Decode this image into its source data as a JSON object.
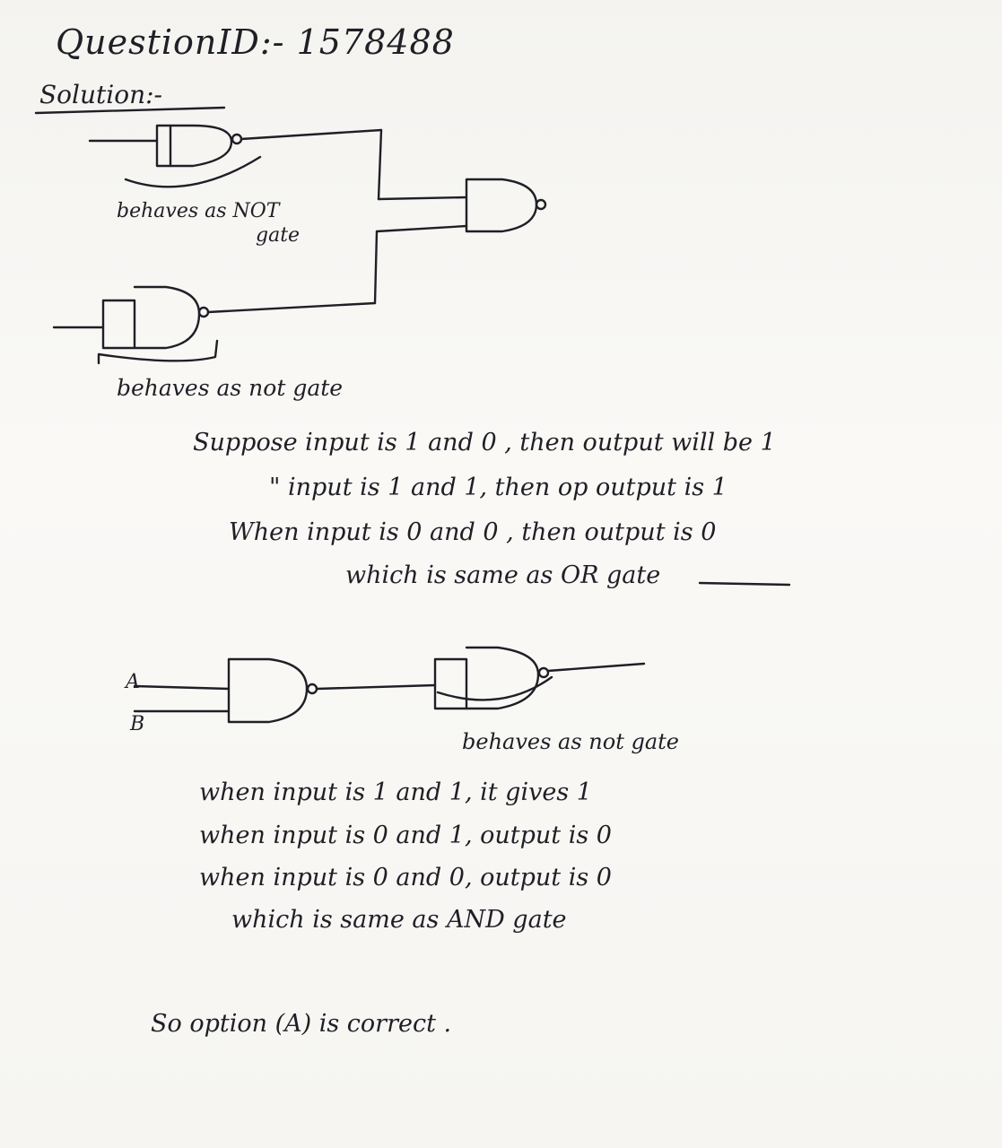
{
  "header": {
    "question_id": "QuestionID:- 1578488",
    "solution_label": "Solution:-"
  },
  "circuit1": {
    "note_top": "behaves as NOT",
    "note_top_2": "gate",
    "note_bottom": "behaves as not gate"
  },
  "analysis1": {
    "lines": [
      "Suppose input is 1 and 0 , then output will be 1",
      "\"   input is 1 and 1, then op output is 1",
      "When input is 0 and 0 , then output is 0",
      "which is same as OR gate"
    ]
  },
  "circuit2": {
    "input_a": "A",
    "input_b": "B",
    "note": "behaves as not gate"
  },
  "analysis2": {
    "lines": [
      "when input is 1 and 1, it gives 1",
      "when input is 0 and 1, output is 0",
      "when input is 0 and 0, output is 0",
      "which is same as AND gate"
    ]
  },
  "conclusion": "So option (A) is correct ."
}
